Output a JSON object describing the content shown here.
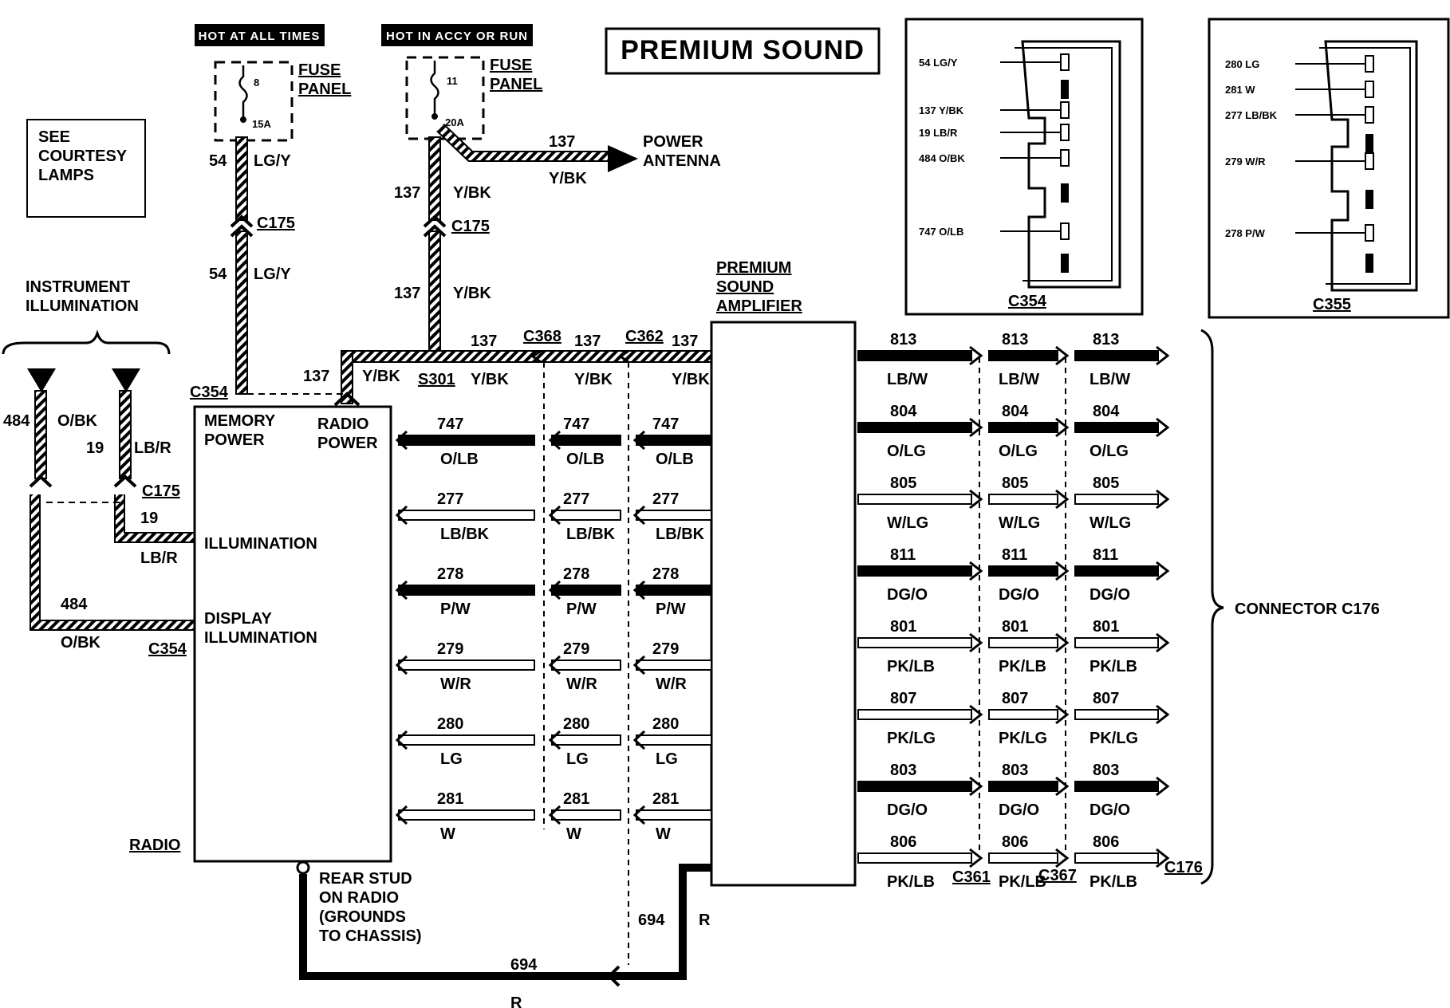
{
  "title": "PREMIUM SOUND",
  "fuse_hot_at_all_times": {
    "header": "HOT AT ALL TIMES",
    "fuse": "8",
    "rating": "15A",
    "label1": "FUSE",
    "label2": "PANEL"
  },
  "fuse_hot_in_accy": {
    "header": "HOT IN ACCY OR RUN",
    "fuse": "11",
    "rating": "20A",
    "label1": "FUSE",
    "label2": "PANEL"
  },
  "see_courtesy": [
    "SEE",
    "COURTESY",
    "LAMPS"
  ],
  "instrument_illumination": [
    "INSTRUMENT",
    "ILLUMINATION"
  ],
  "power_antenna": {
    "circuit": "137",
    "color": "Y/BK",
    "label1": "POWER",
    "label2": "ANTENNA"
  },
  "radio": {
    "name": "RADIO",
    "memory_power": [
      "MEMORY",
      "POWER"
    ],
    "radio_power": [
      "RADIO",
      "POWER"
    ],
    "illumination": "ILLUMINATION",
    "display_illumination": [
      "DISPLAY",
      "ILLUMINATION"
    ],
    "rear_stud": [
      "REAR STUD",
      "ON RADIO",
      "(GROUNDS",
      "TO CHASSIS)"
    ]
  },
  "amplifier": [
    "PREMIUM",
    "SOUND",
    "AMPLIFIER"
  ],
  "connectors": {
    "c175": "C175",
    "c354": "C354",
    "c355": "C355",
    "c368": "C368",
    "c362": "C362",
    "c361": "C361",
    "c367": "C367",
    "c176": "C176",
    "s301": "S301",
    "connector_c176": "CONNECTOR C176"
  },
  "wire_labels": {
    "w54": "54",
    "lgy": "LG/Y",
    "w137": "137",
    "ybk": "Y/BK",
    "w484": "484",
    "obk": "O/BK",
    "w19": "19",
    "lbr": "LB/R",
    "w694": "694",
    "r": "R"
  },
  "left_rows": [
    {
      "circuit": "747",
      "color": "O/LB",
      "fill": "#000000"
    },
    {
      "circuit": "277",
      "color": "LB/BK",
      "fill": "#ffffff"
    },
    {
      "circuit": "278",
      "color": "P/W",
      "fill": "#000000"
    },
    {
      "circuit": "279",
      "color": "W/R",
      "fill": "#ffffff"
    },
    {
      "circuit": "280",
      "color": "LG",
      "fill": "#ffffff"
    },
    {
      "circuit": "281",
      "color": "W",
      "fill": "#ffffff"
    }
  ],
  "right_rows": [
    {
      "circuit": "813",
      "color": "LB/W",
      "fill": "#000000"
    },
    {
      "circuit": "804",
      "color": "O/LG",
      "fill": "#000000"
    },
    {
      "circuit": "805",
      "color": "W/LG",
      "fill": "#ffffff"
    },
    {
      "circuit": "811",
      "color": "DG/O",
      "fill": "#000000"
    },
    {
      "circuit": "801",
      "color": "PK/LB",
      "fill": "#ffffff"
    },
    {
      "circuit": "807",
      "color": "PK/LG",
      "fill": "#ffffff"
    },
    {
      "circuit": "803",
      "color": "DG/O",
      "fill": "#000000"
    },
    {
      "circuit": "806",
      "color": "PK/LB",
      "fill": "#ffffff"
    }
  ],
  "c354_pins": [
    {
      "circuit": "54",
      "color": "LG/Y"
    },
    {
      "circuit": "137",
      "color": "Y/BK"
    },
    {
      "circuit": "19",
      "color": "LB/R"
    },
    {
      "circuit": "484",
      "color": "O/BK"
    },
    {
      "circuit": "747",
      "color": "O/LB"
    }
  ],
  "c355_pins": [
    {
      "circuit": "280",
      "color": "LG"
    },
    {
      "circuit": "281",
      "color": "W"
    },
    {
      "circuit": "277",
      "color": "LB/BK"
    },
    {
      "circuit": "279",
      "color": "W/R"
    },
    {
      "circuit": "278",
      "color": "P/W"
    }
  ]
}
